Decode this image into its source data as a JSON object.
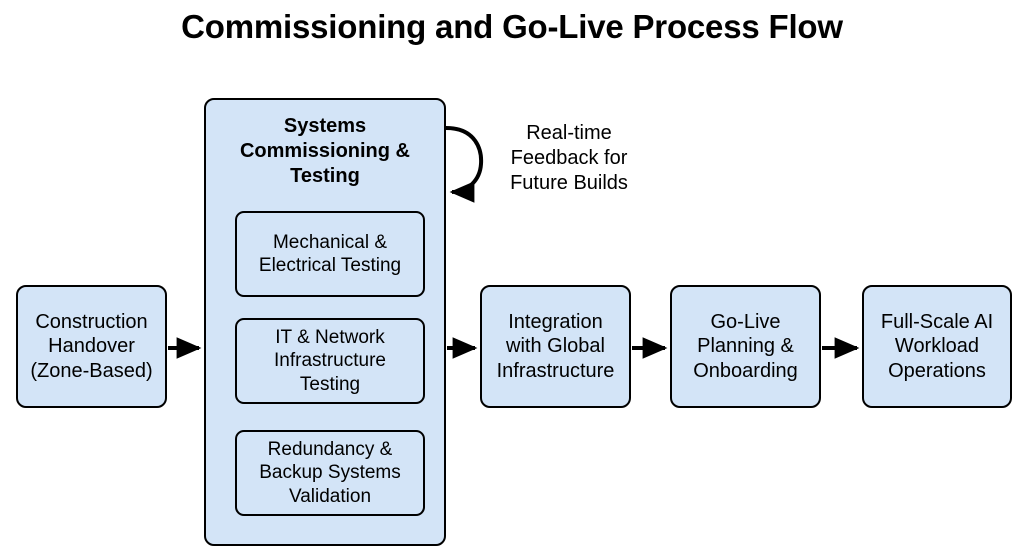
{
  "page": {
    "title": "Commissioning and Go-Live Process Flow",
    "background_color": "#ffffff"
  },
  "style": {
    "node_fill": "#d3e4f7",
    "node_stroke": "#000000",
    "text_color": "#000000",
    "edge_color": "#000000"
  },
  "diagram": {
    "type": "process-flow",
    "nodes": [
      {
        "id": "construction",
        "label": "Construction\nHandover\n(Zone-Based)",
        "lines": [
          "Construction",
          "Handover",
          "(Zone-Based)"
        ]
      },
      {
        "id": "systems-group",
        "label": "Systems Commissioning & Testing",
        "lines": [
          "Systems",
          "Commissioning &",
          "Testing"
        ],
        "bold": true,
        "is_container": true
      },
      {
        "id": "mechanical",
        "label": "Mechanical & Electrical Testing",
        "lines": [
          "Mechanical &",
          "Electrical Testing"
        ],
        "parent": "systems-group"
      },
      {
        "id": "it-network",
        "label": "IT & Network Infrastructure Testing",
        "lines": [
          "IT & Network",
          "Infrastructure",
          "Testing"
        ],
        "parent": "systems-group"
      },
      {
        "id": "redundancy",
        "label": "Redundancy & Backup Systems Validation",
        "lines": [
          "Redundancy &",
          "Backup Systems",
          "Validation"
        ],
        "parent": "systems-group"
      },
      {
        "id": "integration",
        "label": "Integration with Global Infrastructure",
        "lines": [
          "Integration",
          "with Global",
          "Infrastructure"
        ]
      },
      {
        "id": "golive",
        "label": "Go-Live Planning & Onboarding",
        "lines": [
          "Go-Live",
          "Planning &",
          "Onboarding"
        ]
      },
      {
        "id": "fullscale",
        "label": "Full-Scale AI Workload Operations",
        "lines": [
          "Full-Scale AI",
          "Workload",
          "Operations"
        ]
      }
    ],
    "edges": [
      {
        "from": "construction",
        "to": "systems-group",
        "label": ""
      },
      {
        "from": "systems-group",
        "to": "integration",
        "label": ""
      },
      {
        "from": "integration",
        "to": "golive",
        "label": ""
      },
      {
        "from": "golive",
        "to": "fullscale",
        "label": ""
      },
      {
        "from": "systems-group",
        "to": "systems-group",
        "label": "Real-time Feedback for Future Builds",
        "type": "self-loop"
      }
    ],
    "loop_label": {
      "lines": [
        "Real-time",
        "Feedback for",
        "Future Builds"
      ]
    }
  }
}
